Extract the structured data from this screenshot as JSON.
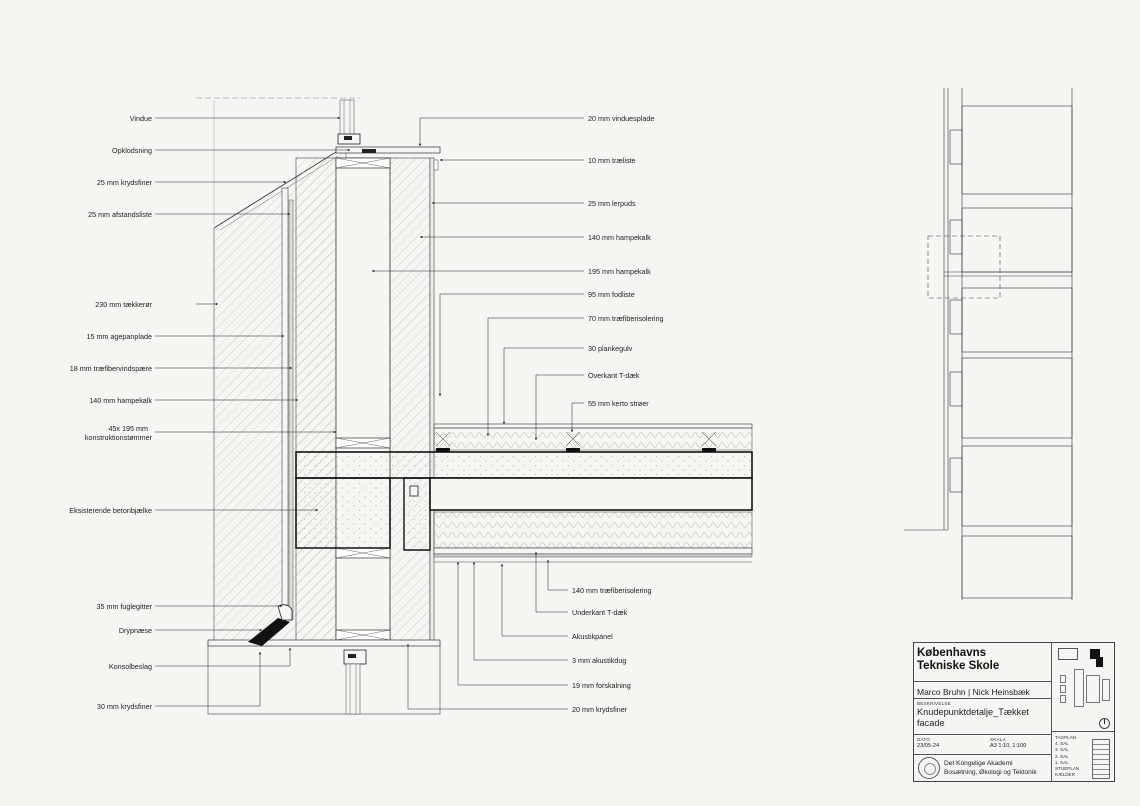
{
  "labels_left": [
    {
      "id": "vindue",
      "text": "Vindue"
    },
    {
      "id": "opklodsning",
      "text": "Opklodsning"
    },
    {
      "id": "krydsfiner25",
      "text": "25 mm krydsfiner"
    },
    {
      "id": "afstandsliste",
      "text": "25 mm afstandsliste"
    },
    {
      "id": "taekkeroer",
      "text": "230 mm tækkerør"
    },
    {
      "id": "agepanplade",
      "text": "15 mm agepanplade"
    },
    {
      "id": "vindspaere",
      "text": "18 mm træfibervindspære"
    },
    {
      "id": "hampekalk140",
      "text": "140 mm hampekalk"
    },
    {
      "id": "tommer1",
      "text": "45x 195 mm"
    },
    {
      "id": "tommer2",
      "text": "konstruktionstømmer"
    },
    {
      "id": "betonbjaelke",
      "text": "Eksisterende betonbjælke"
    },
    {
      "id": "fuglegitter",
      "text": "35 mm fuglegitter"
    },
    {
      "id": "drypnaese",
      "text": "Drypnæse"
    },
    {
      "id": "konsolbeslag",
      "text": "Konsolbeslag"
    },
    {
      "id": "krydsfiner30",
      "text": "30 mm krydsfiner"
    }
  ],
  "labels_right": [
    {
      "id": "vinduesplade",
      "text": "20 mm vinduesplade"
    },
    {
      "id": "traeliste",
      "text": "10 mm træliste"
    },
    {
      "id": "lerpuds",
      "text": "25 mm lerpuds"
    },
    {
      "id": "hampekalk140r",
      "text": "140 mm hampekalk"
    },
    {
      "id": "hampekalk195",
      "text": "195 mm hampekalk"
    },
    {
      "id": "fodliste",
      "text": "95 mm fodliste"
    },
    {
      "id": "traefiber70",
      "text": "70 mm træfiberisolering"
    },
    {
      "id": "plankegulv",
      "text": "30 plankegulv"
    },
    {
      "id": "overkant",
      "text": "Overkant T-dæk"
    },
    {
      "id": "kerto",
      "text": "55 mm kerto strøer"
    },
    {
      "id": "traefiber140",
      "text": "140 mm træfiberisolering"
    },
    {
      "id": "underkant",
      "text": "Underkant T-dæk"
    },
    {
      "id": "akustikpanel",
      "text": "Akustikpanel"
    },
    {
      "id": "akustikdug",
      "text": "3 mm akustikdug"
    },
    {
      "id": "forskalning",
      "text": "19 mm forskalning"
    },
    {
      "id": "krydsfiner20",
      "text": "20 mm krydsfiner"
    }
  ],
  "title_block": {
    "school_line1": "Københavns",
    "school_line2": "Tekniske Skole",
    "authors": "Marco Bruhn | Nick Heinsbæk",
    "description_label": "BESKRIVELSE",
    "title_line1": "Knudepunktdetalje_Tækket",
    "title_line2": "facade",
    "date_label": "DATO",
    "date_value": "23/05-24",
    "scale_label": "SKALA",
    "scale_value": "A3   1:10, 1:100",
    "akademi_line1": "Det Kongelige Akademi",
    "akademi_line2": "Bosætning, Økologi og Tektonik",
    "floors": [
      "TAGPLAN",
      "4. SAL",
      "3. SAL",
      "2. SAL",
      "1. SAL",
      "STUEPLAN",
      "KÆLDER"
    ]
  }
}
